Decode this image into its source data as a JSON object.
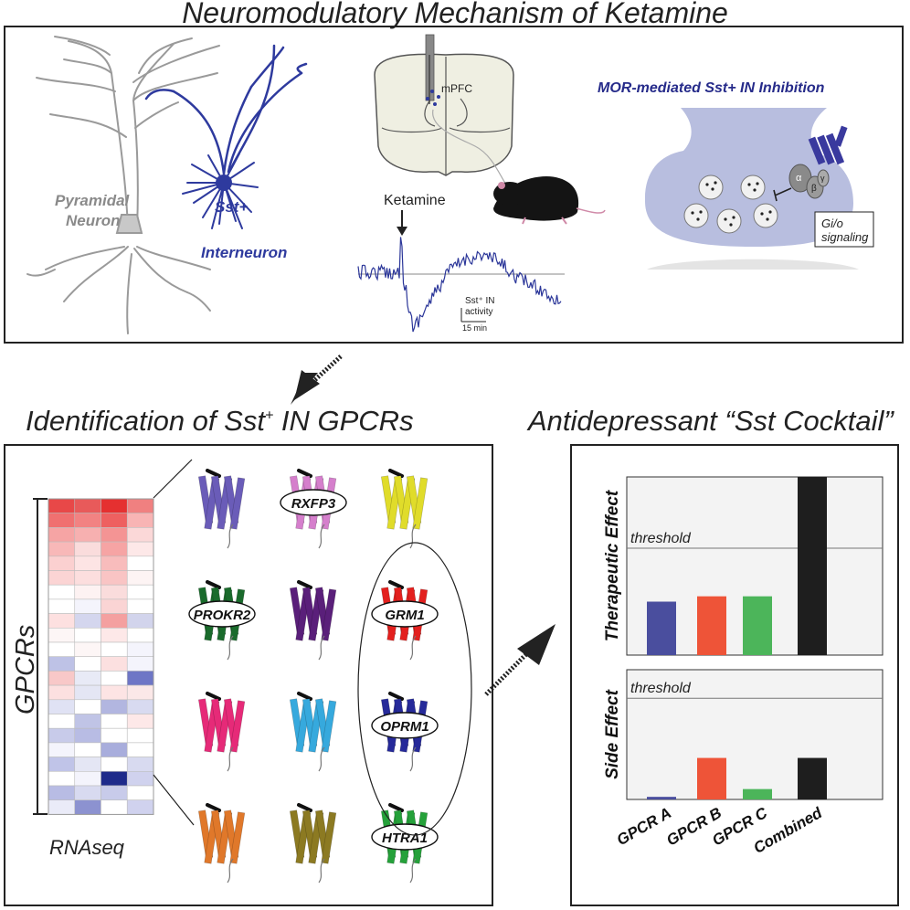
{
  "titles": {
    "top": "Neuromodulatory Mechanism of Ketamine",
    "mid_left_a": "Identification of Sst",
    "mid_left_sup": "+",
    "mid_left_b": " IN GPCRs",
    "mid_right": "Antidepressant “Sst Cocktail”"
  },
  "top_panel": {
    "pyramidal_line1": "Pyramidal",
    "pyramidal_line2": "Neuron",
    "sst_line1": "Sst+",
    "sst_line2": "Interneuron",
    "mpfc": "mPFC",
    "ketamine": "Ketamine",
    "trace_label_line1": "Sst⁺ IN",
    "trace_label_line2": "activity",
    "scale_label": "15 min",
    "mor_title": "MOR-mediated Sst+ IN Inhibition",
    "alpha": "α",
    "beta": "β",
    "gamma": "γ",
    "gio_line1": "Gi/o",
    "gio_line2": "signaling"
  },
  "gpcr_panel": {
    "axis_label": "GPCRs",
    "rnaseq_label": "RNAseq",
    "receptors": [
      {
        "label": "",
        "color": "#6a5cb8"
      },
      {
        "label": "RXFP3",
        "color": "#d57fcc"
      },
      {
        "label": "",
        "color": "#e0dc2a"
      },
      {
        "label": "PROKR2",
        "color": "#1a6b2c"
      },
      {
        "label": "",
        "color": "#5a1f7a"
      },
      {
        "label": "GRM1",
        "color": "#e3201e"
      },
      {
        "label": "",
        "color": "#e62a78"
      },
      {
        "label": "",
        "color": "#36a9dd"
      },
      {
        "label": "OPRM1",
        "color": "#262a9a"
      },
      {
        "label": "",
        "color": "#e0782a"
      },
      {
        "label": "",
        "color": "#8c7a22"
      },
      {
        "label": "HTRA1",
        "color": "#25a13a"
      }
    ]
  },
  "heatmap": {
    "rows": [
      [
        "#e84848",
        "#e85a5a",
        "#e53030",
        "#f08080"
      ],
      [
        "#f07070",
        "#f28282",
        "#ee6060",
        "#f8b4b4"
      ],
      [
        "#f6a4a4",
        "#f7b0b0",
        "#f49494",
        "#fbd8d8"
      ],
      [
        "#f8b8b8",
        "#fadcdc",
        "#f6a4a4",
        "#fde8e8"
      ],
      [
        "#fbd0d0",
        "#fde4e4",
        "#f8bcbc",
        "#ffffff"
      ],
      [
        "#fbd4d4",
        "#fcdede",
        "#f9c4c4",
        "#fdf4f4"
      ],
      [
        "#ffffff",
        "#fdf2f2",
        "#fadcdc",
        "#ffffff"
      ],
      [
        "#ffffff",
        "#f4f4fc",
        "#fad4d4",
        "#ffffff"
      ],
      [
        "#fde0e0",
        "#d4d6ee",
        "#f4a0a0",
        "#d2d4ec"
      ],
      [
        "#fdf6f6",
        "#ffffff",
        "#fde8e8",
        "#ffffff"
      ],
      [
        "#ffffff",
        "#fdf6f6",
        "#ffffff",
        "#f4f4fc"
      ],
      [
        "#bec2e6",
        "#ffffff",
        "#fce0e0",
        "#f4f4fc"
      ],
      [
        "#f8c8c8",
        "#e8eaf6",
        "#ffffff",
        "#6e76c6"
      ],
      [
        "#fce0e0",
        "#e4e6f4",
        "#fde4e4",
        "#fbe8e8"
      ],
      [
        "#e0e2f4",
        "#ffffff",
        "#b2b6e0",
        "#d8daf0"
      ],
      [
        "#ffffff",
        "#c0c4e6",
        "#ffffff",
        "#fde8e8"
      ],
      [
        "#c8cbea",
        "#b8bce4",
        "#ffffff",
        "#ffffff"
      ],
      [
        "#f4f4fc",
        "#ffffff",
        "#a8addc",
        "#ffffff"
      ],
      [
        "#c0c4e8",
        "#e4e6f4",
        "#ffffff",
        "#d8daf0"
      ],
      [
        "#ffffff",
        "#f4f4fc",
        "#1e2a8a",
        "#d0d2ee"
      ],
      [
        "#b8bce4",
        "#d8daf0",
        "#c8cbea",
        "#ffffff"
      ],
      [
        "#eaebf8",
        "#8c92d0",
        "#ffffff",
        "#d0d2ee"
      ]
    ]
  },
  "charts": {
    "threshold_label": "threshold",
    "categories": [
      "GPCR A",
      "GPCR B",
      "GPCR C",
      "Combined"
    ],
    "colors": [
      "#4a4e9e",
      "#ee5438",
      "#4cb55a",
      "#1e1e1e"
    ]
  },
  "chart_data": [
    {
      "type": "bar",
      "ylabel": "Therapeutic Effect",
      "categories": [
        "GPCR A",
        "GPCR B",
        "GPCR C",
        "Combined"
      ],
      "values": [
        0.3,
        0.33,
        0.33,
        1.0
      ],
      "threshold": 0.6
    },
    {
      "type": "bar",
      "ylabel": "Side Effect",
      "categories": [
        "GPCR A",
        "GPCR B",
        "GPCR C",
        "Combined"
      ],
      "values": [
        0.02,
        0.32,
        0.08,
        0.32
      ],
      "threshold": 0.78
    }
  ]
}
